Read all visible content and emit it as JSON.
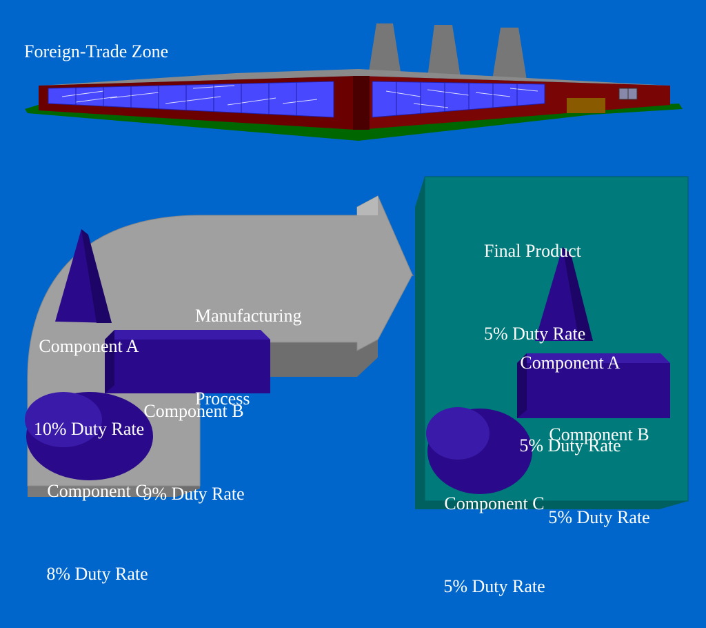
{
  "title": "Foreign-Trade Zone",
  "process_label": [
    "Manufacturing",
    "Process"
  ],
  "inputs": {
    "component_a": {
      "name": "Component A",
      "rate": "10% Duty Rate"
    },
    "component_b": {
      "name": "Component B",
      "rate": "9% Duty Rate"
    },
    "component_c": {
      "name": "Component C",
      "rate": "8% Duty Rate"
    }
  },
  "output": {
    "final_product": {
      "name": "Final Product",
      "rate": "5% Duty Rate"
    },
    "component_a": {
      "name": "Component A",
      "rate": "5% Duty Rate"
    },
    "component_b": {
      "name": "Component B",
      "rate": "5% Duty Rate"
    },
    "component_c": {
      "name": "Component C",
      "rate": "5% Duty Rate"
    }
  },
  "colors": {
    "background": "#0066cc",
    "factory_wall": "#6b0000",
    "factory_windows": "#4848ff",
    "grass": "#006600",
    "arrow_gray": "#9a9a9a",
    "output_box": "#007a7a",
    "component_purple": "#2a0a8a"
  }
}
